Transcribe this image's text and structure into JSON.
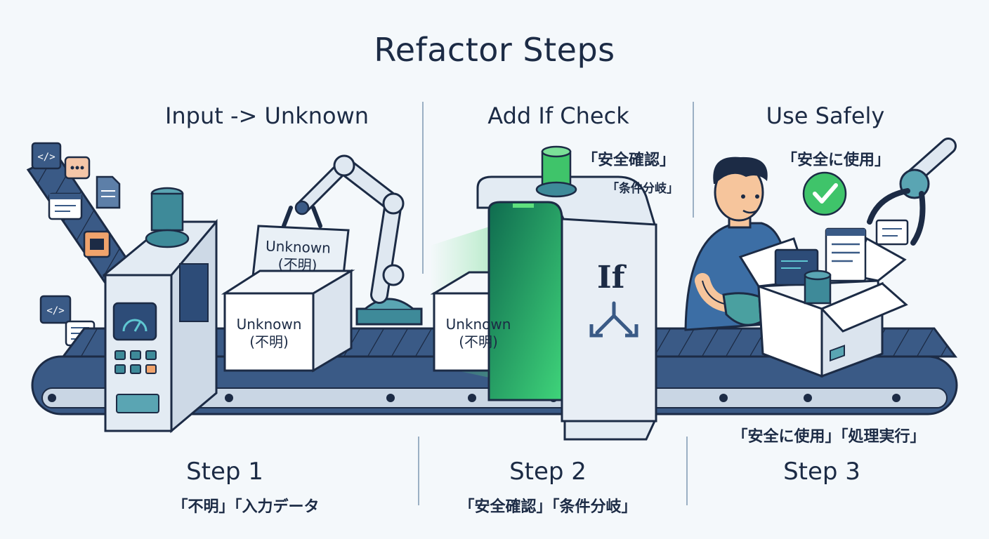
{
  "title": "Refactor Steps",
  "steps": [
    {
      "heading": "Input -> Unknown",
      "number": "Step 1",
      "caption": "「不明」「入力データ",
      "box_label_line1": "Unknown",
      "box_label_line2": "(不明)",
      "tag_label_line1": "Unknown",
      "tag_label_line2": "(不明)"
    },
    {
      "heading": "Add If Check",
      "number": "Step 2",
      "caption": "「安全確認」「条件分岐」",
      "note_primary": "「安全確認」",
      "note_secondary": "「条件分岐」",
      "box_label_line1": "Unknown",
      "box_label_line2": "(不明)",
      "gate_label": "If"
    },
    {
      "heading": "Use Safely",
      "number": "Step 3",
      "caption": "「安全に使用」「処理実行」",
      "note_primary": "「安全に使用」"
    }
  ],
  "colors": {
    "ink": "#1c2b45",
    "belt": "#3a5a86",
    "machine": "#e3ebf3",
    "teal": "#3e8a99",
    "green": "#3fc46a",
    "skin": "#f6c59c",
    "shirt": "#3c6ea5"
  },
  "icons": [
    "code-icon",
    "chat-icon",
    "document-icon",
    "image-icon",
    "gauge-icon",
    "check-icon",
    "branch-arrows-icon",
    "robot-arm-icon"
  ]
}
